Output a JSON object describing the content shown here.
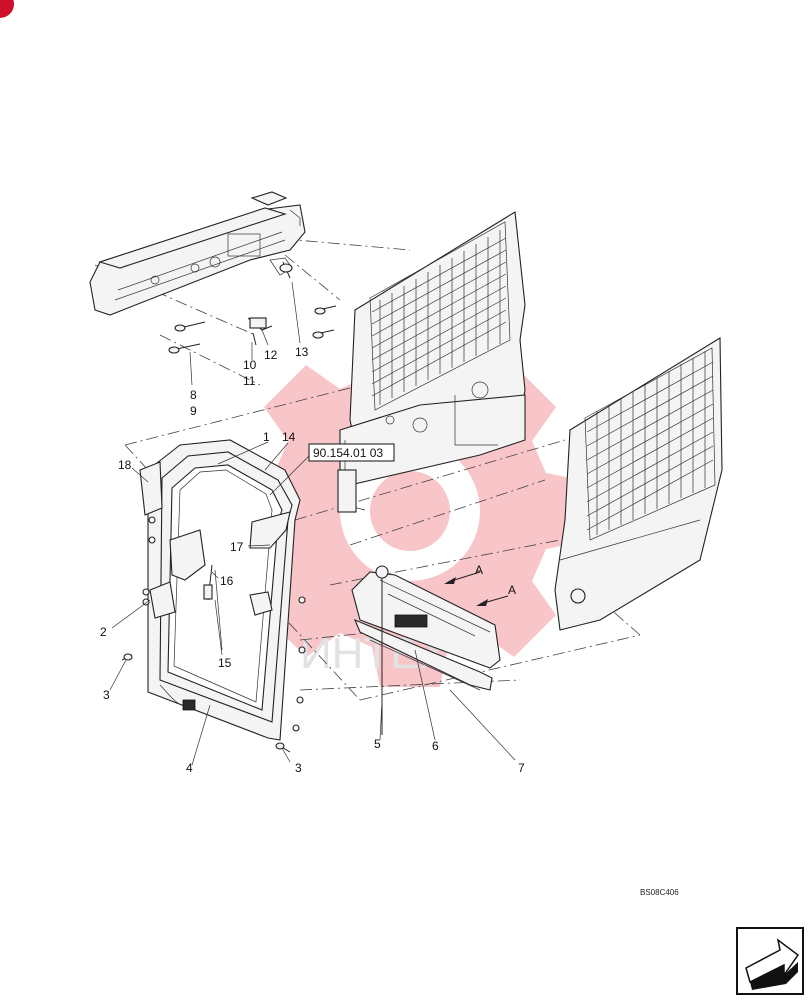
{
  "diagram": {
    "callouts": [
      {
        "id": "c1",
        "text": "1"
      },
      {
        "id": "c14",
        "text": "14"
      },
      {
        "id": "c18",
        "text": "18"
      },
      {
        "id": "c17",
        "text": "17"
      },
      {
        "id": "c16",
        "text": "16"
      },
      {
        "id": "c15",
        "text": "15"
      },
      {
        "id": "c2",
        "text": "2"
      },
      {
        "id": "c3a",
        "text": "3"
      },
      {
        "id": "c3b",
        "text": "3"
      },
      {
        "id": "c4",
        "text": "4"
      },
      {
        "id": "c5",
        "text": "5"
      },
      {
        "id": "c6",
        "text": "6"
      },
      {
        "id": "c7",
        "text": "7"
      },
      {
        "id": "c8",
        "text": "8"
      },
      {
        "id": "c9",
        "text": "9"
      },
      {
        "id": "c10",
        "text": "10"
      },
      {
        "id": "c11",
        "text": "11"
      },
      {
        "id": "c12",
        "text": "12"
      },
      {
        "id": "c13",
        "text": "13"
      }
    ],
    "reference_box": "90.154.01 03",
    "view_arrows": [
      "A",
      "A"
    ],
    "drawing_code": "BS08C406",
    "watermark_text": "ИНТЕХ",
    "colors": {
      "line": "#222222",
      "watermark": "#e8323c",
      "badge": "#d0102a"
    },
    "icons": {
      "corner_badge": "red-circle-icon",
      "page_next": "arrow-right-icon"
    }
  }
}
